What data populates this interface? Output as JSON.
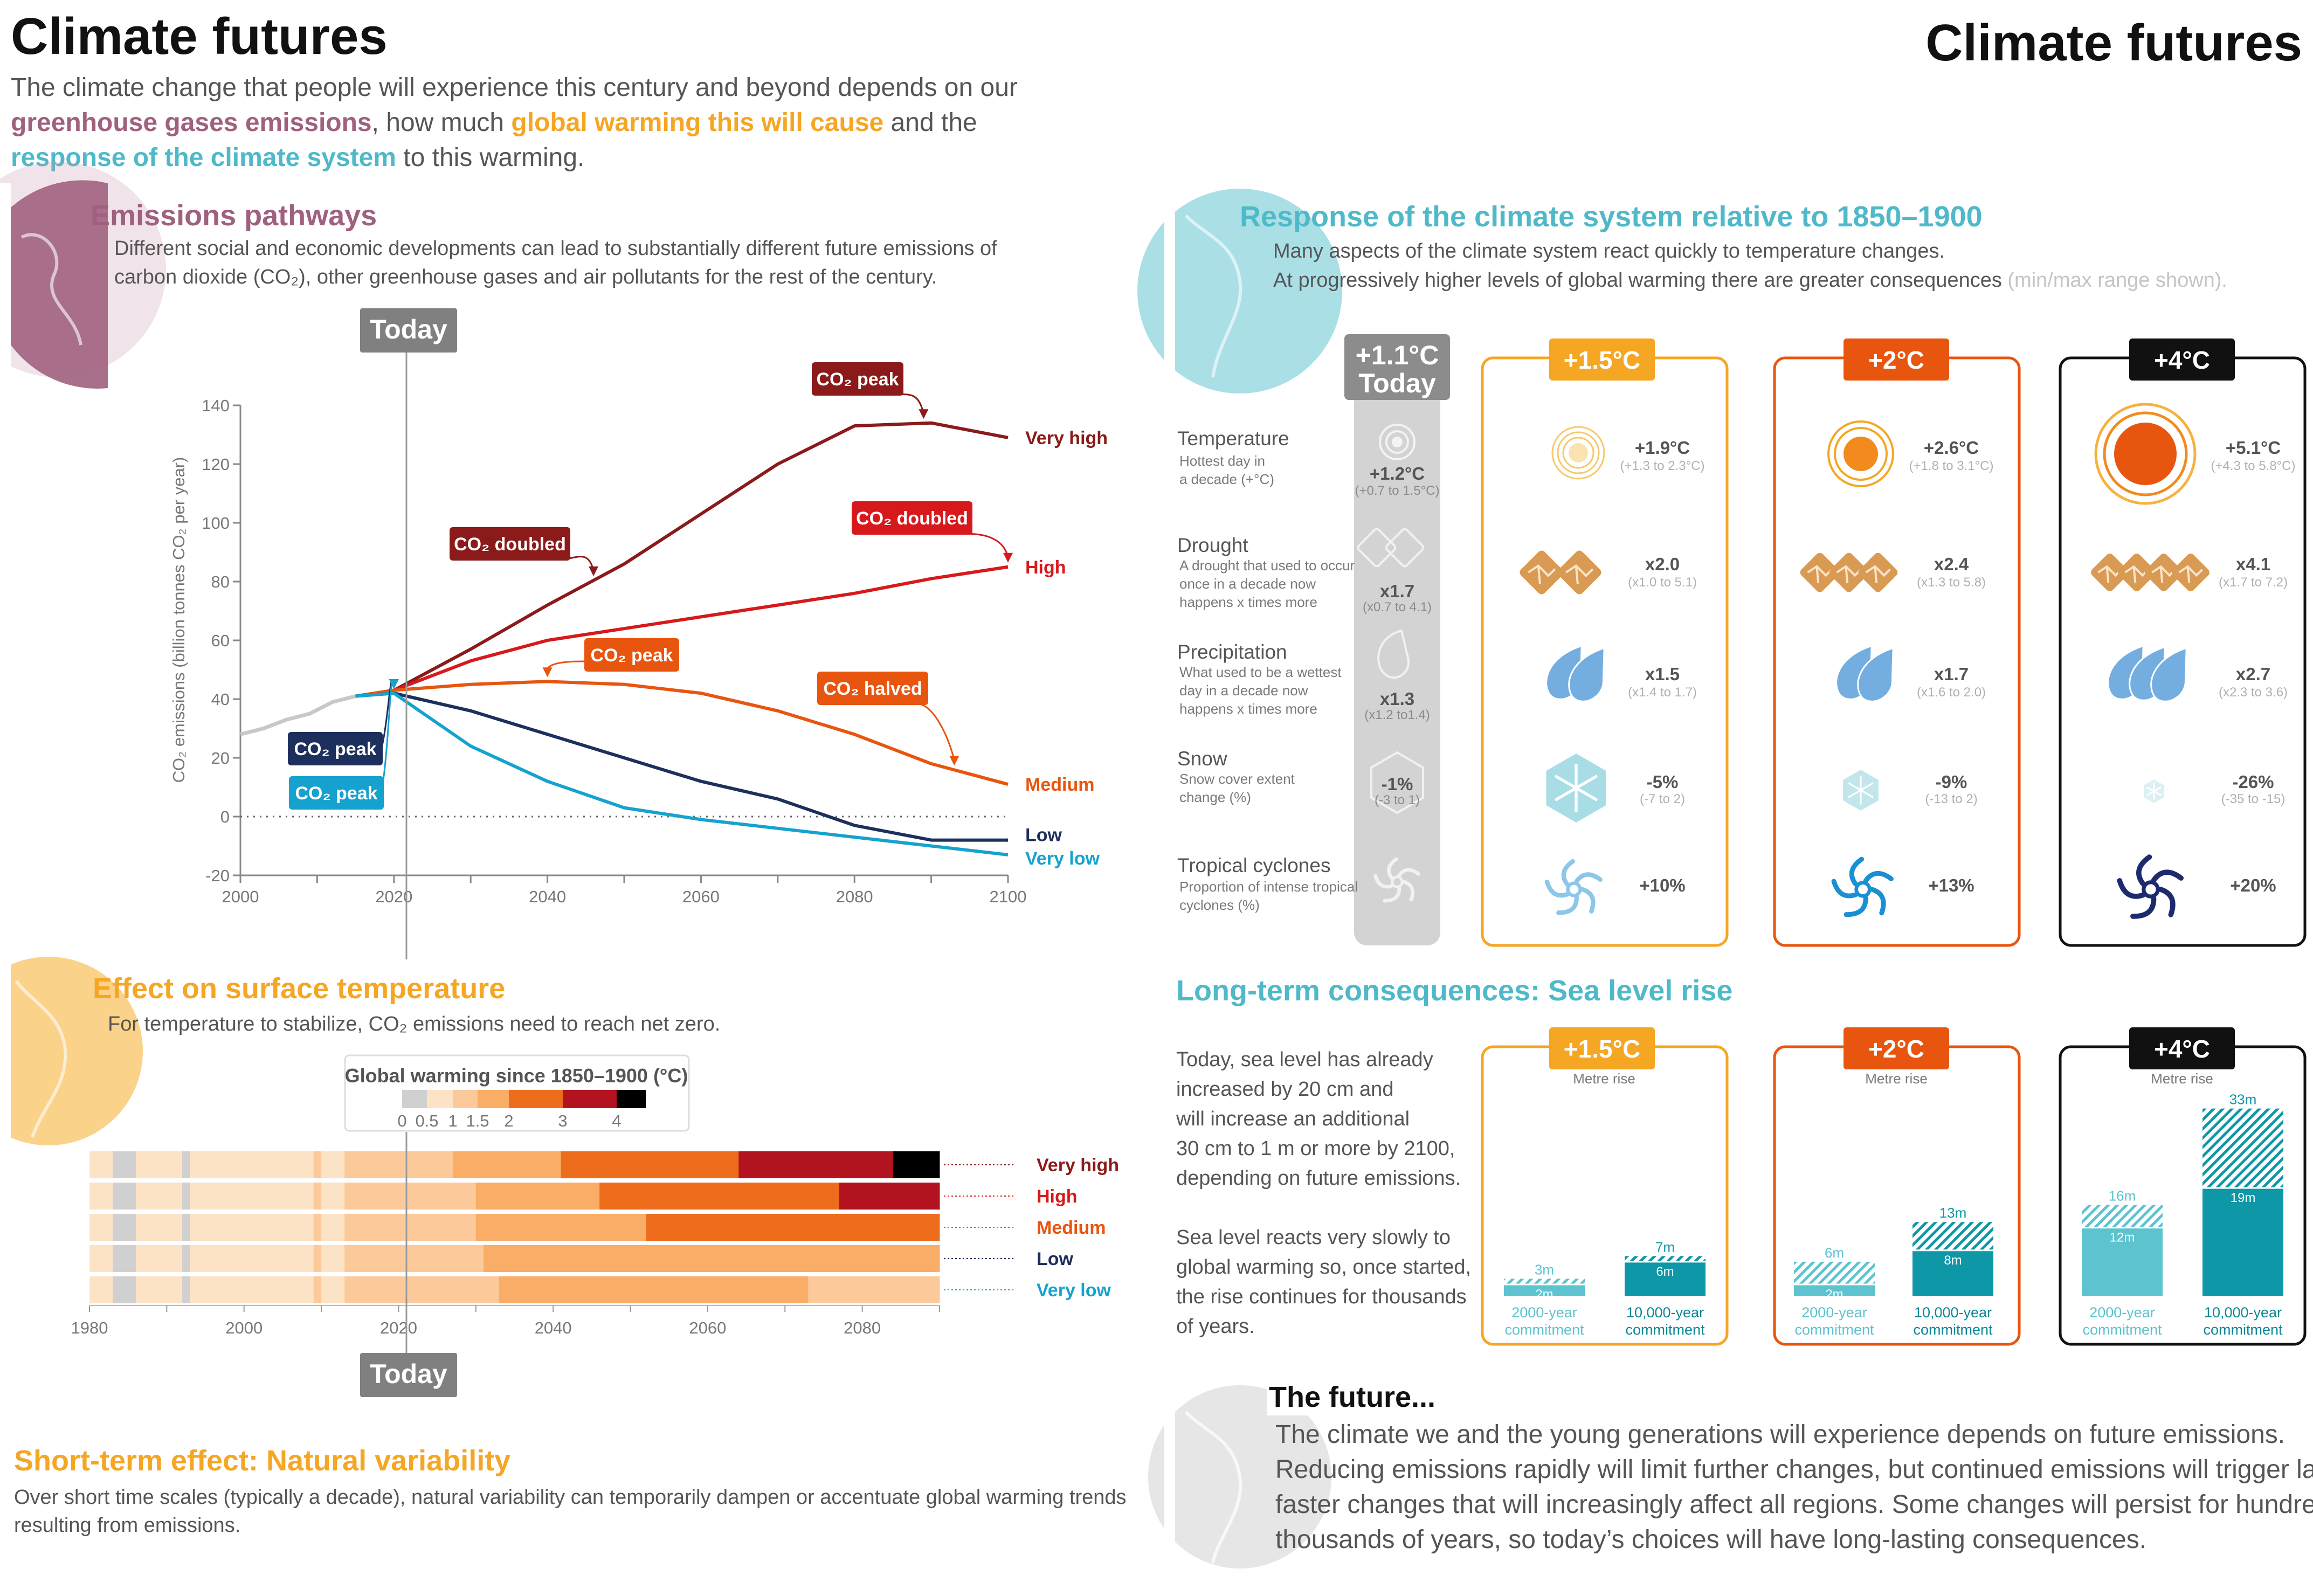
{
  "title": "Climate futures",
  "title_right": "Climate futures",
  "intro": {
    "l1": "The climate change that people will experience this century and beyond depends on our",
    "p1": "greenhouse gases emissions",
    "p1b": ", how much ",
    "p2": "global warming this will cause",
    "p2b": " and the",
    "p3": "response of the climate system",
    "p3b": " to this warming."
  },
  "colors": {
    "very_high": "#8b1a1a",
    "high": "#d7191c",
    "medium": "#e8550f",
    "low": "#1d2f5c",
    "very_low": "#16a2cf",
    "historical": "#c8c8c8",
    "emissions_accent": "#a0607f",
    "temperature_accent": "#f5a623",
    "response_accent": "#4fb9c9"
  },
  "emissions": {
    "heading": "Emissions pathways",
    "desc1": "Different social and economic developments can lead to substantially different future emissions of",
    "desc2": "carbon dioxide (CO₂), other greenhouse gases and air pollutants for the rest of the century.",
    "today_label": "Today"
  },
  "chart_data": [
    {
      "type": "line",
      "title": "",
      "xlabel": "",
      "ylabel": "CO₂ emissions (billion tonnes CO₂ per year)",
      "xlim": [
        2000,
        2100
      ],
      "ylim": [
        -20,
        140
      ],
      "x_ticks": [
        2000,
        2020,
        2040,
        2060,
        2080,
        2100
      ],
      "y_ticks": [
        -20,
        0,
        20,
        40,
        60,
        80,
        100,
        120,
        140
      ],
      "grid": false,
      "series": [
        {
          "name": "",
          "key": "historical",
          "x": [
            2000,
            2003,
            2006,
            2009,
            2012,
            2015
          ],
          "y": [
            28,
            30,
            33,
            35,
            39,
            41
          ]
        },
        {
          "name": "Very high",
          "key": "very_high",
          "x": [
            2015,
            2020,
            2030,
            2040,
            2050,
            2060,
            2070,
            2080,
            2090,
            2100
          ],
          "y": [
            41,
            43,
            57,
            72,
            86,
            103,
            120,
            133,
            134,
            129
          ]
        },
        {
          "name": "High",
          "key": "high",
          "x": [
            2015,
            2020,
            2030,
            2040,
            2050,
            2060,
            2070,
            2080,
            2090,
            2100
          ],
          "y": [
            41,
            43,
            53,
            60,
            64,
            68,
            72,
            76,
            81,
            85
          ]
        },
        {
          "name": "Medium",
          "key": "medium",
          "x": [
            2015,
            2020,
            2030,
            2040,
            2050,
            2060,
            2070,
            2080,
            2090,
            2100
          ],
          "y": [
            41,
            43,
            45,
            46,
            45,
            42,
            36,
            28,
            18,
            11
          ]
        },
        {
          "name": "Low",
          "key": "low",
          "x": [
            2015,
            2020,
            2030,
            2040,
            2050,
            2060,
            2070,
            2080,
            2090,
            2100
          ],
          "y": [
            41,
            42,
            36,
            28,
            20,
            12,
            6,
            -3,
            -8,
            -8
          ]
        },
        {
          "name": "Very low",
          "key": "very_low",
          "x": [
            2015,
            2020,
            2030,
            2040,
            2050,
            2060,
            2070,
            2080,
            2090,
            2100
          ],
          "y": [
            41,
            42,
            24,
            12,
            3,
            -1,
            -4,
            -7,
            -10,
            -13
          ]
        }
      ],
      "annotations": [
        {
          "text": "CO₂ peak",
          "series": "very_high",
          "at_x": 2089
        },
        {
          "text": "CO₂ doubled",
          "series": "very_high",
          "at_x": 2046
        },
        {
          "text": "CO₂ doubled",
          "series": "high",
          "at_x": 2100
        },
        {
          "text": "CO₂ peak",
          "series": "medium",
          "at_x": 2040
        },
        {
          "text": "CO₂ halved",
          "series": "medium",
          "at_x": 2093
        },
        {
          "text": "CO₂ peak",
          "series": "low",
          "at_x": 2020
        },
        {
          "text": "CO₂ peak",
          "series": "very_low",
          "at_x": 2020
        }
      ]
    },
    {
      "type": "heatmap",
      "title": "Global warming since 1850–1900 (°C)",
      "xlim": [
        1980,
        2090
      ],
      "x_ticks": [
        1980,
        2000,
        2020,
        2040,
        2060,
        2080
      ],
      "legend_ticks": [
        "0",
        "0.5",
        "1",
        "1.5",
        "2",
        "3",
        "4"
      ],
      "legend_colors": [
        "#d0d0d0",
        "#fde3c6",
        "#fcc99a",
        "#f9ad66",
        "#ee6d1d",
        "#b3131f",
        "#000000"
      ],
      "historical": {
        "breaks": [
          1980,
          1983,
          1986,
          1992,
          1993,
          2009,
          2010,
          2013
        ],
        "colors": [
          "#fde3c6",
          "#d0d0d0",
          "#fde3c6",
          "#d0d0d0",
          "#fde3c6",
          "#fcc99a",
          "#fde3c6",
          "#fcc99a"
        ]
      },
      "rows": [
        {
          "name": "Very high",
          "key": "very_high",
          "breaks": [
            2021,
            2027,
            2041,
            2064,
            2084
          ],
          "colors": [
            "#fcc99a",
            "#f9ad66",
            "#ee6d1d",
            "#b3131f",
            "#000000"
          ]
        },
        {
          "name": "High",
          "key": "high",
          "breaks": [
            2021,
            2030,
            2046,
            2077
          ],
          "colors": [
            "#fcc99a",
            "#f9ad66",
            "#ee6d1d",
            "#b3131f"
          ]
        },
        {
          "name": "Medium",
          "key": "medium",
          "breaks": [
            2021,
            2030,
            2052
          ],
          "colors": [
            "#fcc99a",
            "#f9ad66",
            "#ee6d1d"
          ]
        },
        {
          "name": "Low",
          "key": "low",
          "breaks": [
            2021,
            2031
          ],
          "colors": [
            "#fcc99a",
            "#f9ad66"
          ]
        },
        {
          "name": "Very low",
          "key": "very_low",
          "breaks": [
            2021,
            2033,
            2073
          ],
          "colors": [
            "#fcc99a",
            "#f9ad66",
            "#fcc99a"
          ]
        }
      ]
    },
    {
      "type": "bar",
      "title": "Long-term consequences: Sea level rise",
      "unit": "Metre rise",
      "categories": [
        "2000-year commitment",
        "10,000-year commitment"
      ],
      "groups": [
        {
          "level": "+1.5°C",
          "labels": [
            [
              "2m",
              "3m"
            ],
            [
              "6m",
              "7m"
            ]
          ],
          "low": [
            2,
            6
          ],
          "high": [
            3,
            7
          ]
        },
        {
          "level": "+2°C",
          "labels": [
            [
              "2m",
              "6m"
            ],
            [
              "8m",
              "13m"
            ]
          ],
          "low": [
            2,
            8
          ],
          "high": [
            6,
            13
          ]
        },
        {
          "level": "+4°C",
          "labels": [
            [
              "12m",
              "16m"
            ],
            [
              "19m",
              "33m"
            ]
          ],
          "low": [
            12,
            19
          ],
          "high": [
            16,
            33
          ]
        }
      ]
    }
  ],
  "temperature": {
    "heading": "Effect on surface temperature",
    "desc": "For temperature to stabilize, CO₂ emissions need to reach net zero.",
    "today_label": "Today"
  },
  "natural": {
    "heading": "Short-term effect: Natural variability",
    "desc1": "Over short time scales (typically a decade), natural variability can temporarily dampen or accentuate global warming trends",
    "desc2": "resulting from emissions."
  },
  "response": {
    "heading": "Response of the climate system relative to 1850–1900",
    "desc1": "Many aspects of the climate system react quickly to temperature changes.",
    "desc2": "At progressively higher levels of global warming there are greater consequences",
    "desc2_note": " (min/max range shown).",
    "today_header": [
      "+1.1°C",
      "Today"
    ],
    "levels": [
      "+1.5°C",
      "+2°C",
      "+4°C"
    ],
    "indicators": [
      {
        "name": "Temperature",
        "desc": [
          "Hottest day in",
          "a decade (+°C)"
        ],
        "icon": "sun-icon",
        "today": {
          "value": "+1.2°C",
          "range": "(+0.7 to 1.5°C)"
        },
        "values": [
          {
            "value": "+1.9°C",
            "range": "(+1.3 to 2.3°C)"
          },
          {
            "value": "+2.6°C",
            "range": "(+1.8 to 3.1°C)"
          },
          {
            "value": "+5.1°C",
            "range": "(+4.3 to 5.8°C)"
          }
        ]
      },
      {
        "name": "Drought",
        "desc": [
          "A drought that used to occur",
          "once in a decade now",
          "happens x times more"
        ],
        "icon": "cracked-soil-icon",
        "today": {
          "value": "x1.7",
          "range": "(x0.7 to 4.1)"
        },
        "values": [
          {
            "value": "x2.0",
            "range": "(x1.0 to 5.1)"
          },
          {
            "value": "x2.4",
            "range": "(x1.3 to 5.8)"
          },
          {
            "value": "x4.1",
            "range": "(x1.7 to 7.2)"
          }
        ]
      },
      {
        "name": "Precipitation",
        "desc": [
          "What used to be a wettest",
          "day in a decade now",
          "happens x times more"
        ],
        "icon": "raindrop-icon",
        "today": {
          "value": "x1.3",
          "range": "(x1.2 to1.4)"
        },
        "values": [
          {
            "value": "x1.5",
            "range": "(x1.4 to 1.7)"
          },
          {
            "value": "x1.7",
            "range": "(x1.6 to 2.0)"
          },
          {
            "value": "x2.7",
            "range": "(x2.3 to 3.6)"
          }
        ]
      },
      {
        "name": "Snow",
        "desc": [
          "Snow cover extent",
          "change (%)"
        ],
        "icon": "snowflake-icon",
        "today": {
          "value": "-1%",
          "range": "(-3 to 1)"
        },
        "values": [
          {
            "value": "-5%",
            "range": "(-7 to 2)"
          },
          {
            "value": "-9%",
            "range": "(-13 to 2)"
          },
          {
            "value": "-26%",
            "range": "(-35 to -15)"
          }
        ]
      },
      {
        "name": "Tropical cyclones",
        "desc": [
          "Proportion of intense tropical",
          "cyclones (%)"
        ],
        "icon": "cyclone-icon",
        "today": {
          "value": "",
          "range": ""
        },
        "values": [
          {
            "value": "+10%",
            "range": ""
          },
          {
            "value": "+13%",
            "range": ""
          },
          {
            "value": "+20%",
            "range": ""
          }
        ]
      }
    ]
  },
  "sealevel": {
    "text": [
      "Today, sea level has already",
      "increased by 20 cm and",
      "will increase an additional",
      "30 cm to 1 m or more by 2100,",
      "depending on future emissions.",
      "",
      "Sea level reacts very slowly to",
      "global warming so, once started,",
      "the rise continues for thousands",
      "of years."
    ],
    "cat_lines": [
      [
        "2000-year",
        "commitment"
      ],
      [
        "10,000-year",
        "commitment"
      ]
    ]
  },
  "future": {
    "heading": "The future...",
    "text": [
      "The climate we and the young generations will experience depends on future emissions.",
      "Reducing emissions rapidly will limit further changes, but continued emissions will trigger larger,",
      "faster changes that will increasingly affect all regions. Some changes will persist for hundreds or",
      "thousands of years, so today’s choices will have long-lasting consequences."
    ]
  }
}
